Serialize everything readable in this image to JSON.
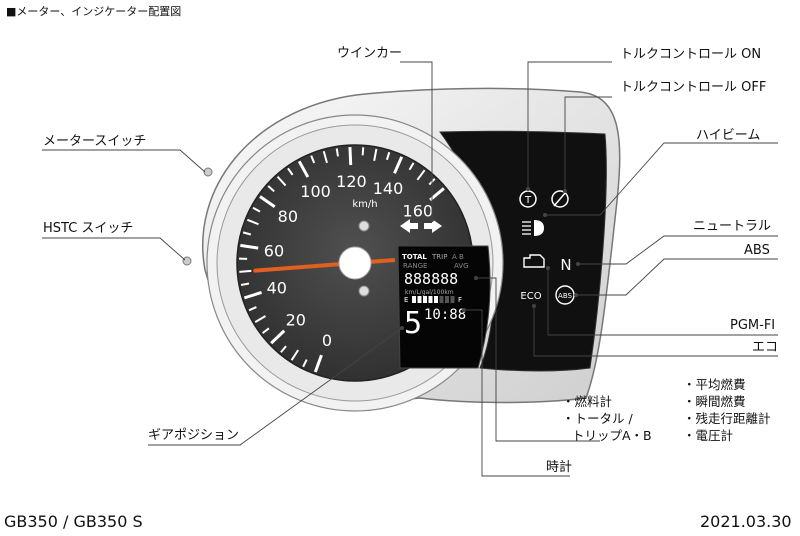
{
  "header": "■メーター、インジケーター配置図",
  "labels": {
    "winker": "ウインカー",
    "torque_on": "トルクコントロール ON",
    "torque_off": "トルクコントロール OFF",
    "high_beam": "ハイビーム",
    "meter_switch": "メータースイッチ",
    "hstc_switch": "HSTC スイッチ",
    "neutral": "ニュートラル",
    "abs": "ABS",
    "pgm_fi": "PGM-FI",
    "eco": "エコ",
    "gear_position": "ギアポジション",
    "clock": "時計"
  },
  "list_left": [
    "・燃料計",
    "・トータル /",
    "トリップA・B"
  ],
  "list_right": [
    "・平均燃費",
    "・瞬間燃費",
    "・残走行距離計",
    "・電圧計"
  ],
  "gauge": {
    "unit": "km/h",
    "ticks": [
      "0",
      "20",
      "40",
      "60",
      "80",
      "100",
      "120",
      "140",
      "160"
    ],
    "needle_value": 50,
    "lcd_total": "TOTAL",
    "lcd_trip": "TRIP",
    "lcd_ab": "A B",
    "lcd_range": "RANGE",
    "lcd_avg": "AVG",
    "odometer": "888888",
    "units_row": "km/L/gal/100km",
    "fuel_e": "E",
    "fuel_f": "F",
    "gear": "5",
    "time": "10:88",
    "ind_n": "N",
    "ind_eco": "ECO",
    "ind_abs": "ABS",
    "ind_t": "T"
  },
  "footer": {
    "model": "GB350 / GB350 S",
    "date": "2021.03.30"
  },
  "colors": {
    "needle": "#e06020",
    "dial": "#3a3a3a",
    "panel": "#0e0e0e",
    "tick": "#ffffff"
  }
}
